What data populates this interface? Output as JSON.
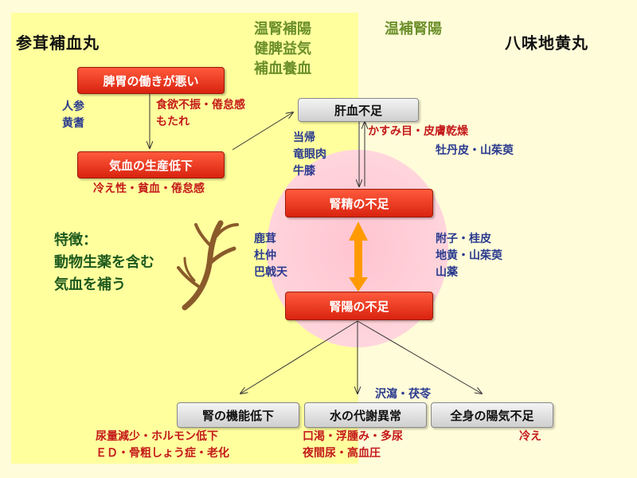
{
  "titles": {
    "left": "参茸補血丸",
    "right": "八味地黄丸"
  },
  "effects": {
    "left": [
      "温腎補陽",
      "健脾益気",
      "補血養血"
    ],
    "right": "温補腎陽"
  },
  "boxes": {
    "spleen": "脾胃の働きが悪い",
    "qiblood": "気血の生産低下",
    "liver": "肝血不足",
    "kidney_essence": "腎精の不足",
    "kidney_yang": "腎陽の不足",
    "kidney_func": "腎の機能低下",
    "water": "水の代謝異常",
    "whole_yang": "全身の陽気不足"
  },
  "herbs": {
    "ginseng": [
      "人参",
      "黄耆"
    ],
    "liver_herbs": [
      "当帰",
      "竜眼肉",
      "牛膝"
    ],
    "liver_right": "牡丹皮・山茱萸",
    "deer": [
      "鹿茸",
      "杜仲",
      "巴戟天"
    ],
    "aconite": [
      "附子・桂皮",
      "地黄・山茱萸",
      "山薬"
    ],
    "water": "沢瀉・茯苓"
  },
  "symptoms": {
    "spleen": [
      "食欲不振・倦怠感",
      "もたれ"
    ],
    "qiblood": "冷え性・貧血・倦怠感",
    "liver": "かすみ目・皮膚乾燥",
    "kidney_func": [
      "尿量減少・ホルモン低下",
      "ＥＤ・骨粗しょう症・老化"
    ],
    "water": [
      "口渇・浮腫み・多尿",
      "夜間尿・高血圧"
    ],
    "whole_yang": "冷え"
  },
  "feature": [
    "特徴：",
    "動物生薬を含む",
    "気血を補う"
  ],
  "icons": {
    "antler": "deer-antler-icon"
  },
  "colors": {
    "left_panel": "#ffff9e",
    "background": "#fffcd9",
    "red_box": "#e33a1c",
    "arrow_orange": "#ff9a00"
  }
}
